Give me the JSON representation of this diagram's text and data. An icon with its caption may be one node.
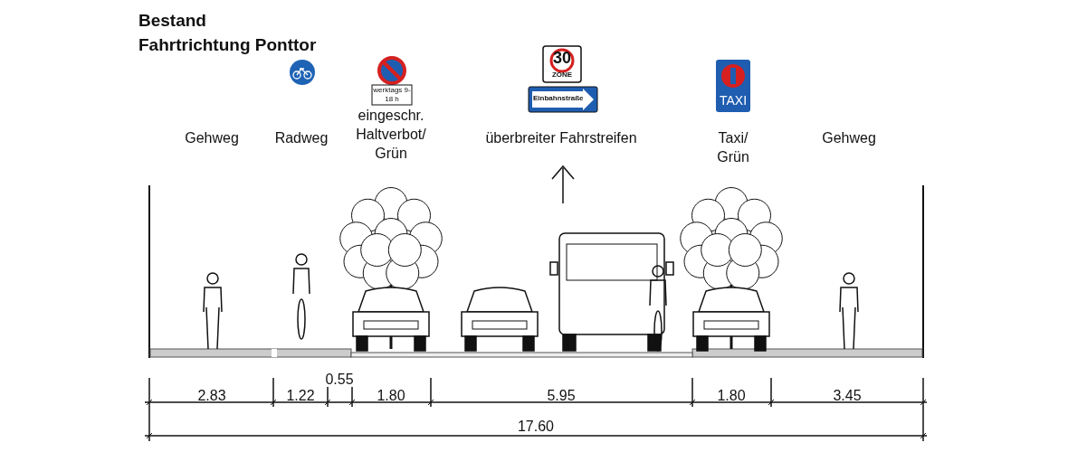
{
  "diagram": {
    "title": "Bestand",
    "labels": [
      "Fahrtrichtung Ponttor",
      "werktags 9-18 h",
      "30",
      "ZONE",
      "Einbahnstraße",
      "TAXI",
      "Gehweg",
      "Radweg",
      "eingeschr. Haltverbot/ Grün",
      "überbreiter Fahrstreifen",
      "Taxi/ Grün",
      "Gehweg",
      "2.83",
      "1.22",
      "0.55",
      "1.80",
      "5.95",
      "1.80",
      "3.45",
      "17.60"
    ]
  }
}
